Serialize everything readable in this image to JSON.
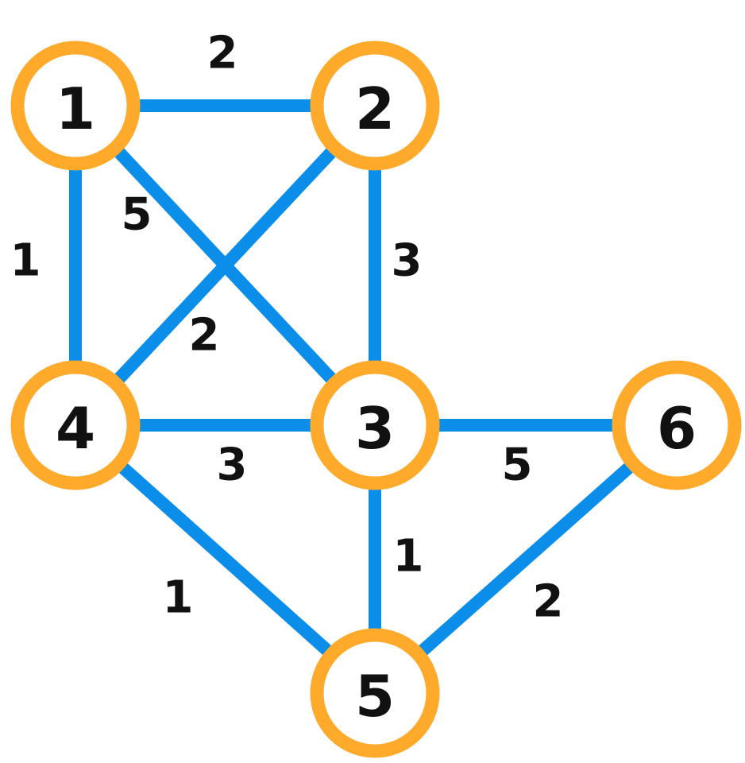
{
  "colors": {
    "node_stroke": "#FFAA2B",
    "node_fill": "#FFFFFF",
    "edge": "#0A8EEA",
    "text": "#111111"
  },
  "nodes": [
    {
      "id": "1",
      "label": "1"
    },
    {
      "id": "2",
      "label": "2"
    },
    {
      "id": "3",
      "label": "3"
    },
    {
      "id": "4",
      "label": "4"
    },
    {
      "id": "5",
      "label": "5"
    },
    {
      "id": "6",
      "label": "6"
    }
  ],
  "edges": [
    {
      "from": "1",
      "to": "2",
      "weight": "2"
    },
    {
      "from": "1",
      "to": "4",
      "weight": "1"
    },
    {
      "from": "1",
      "to": "3",
      "weight": "5"
    },
    {
      "from": "2",
      "to": "4",
      "weight": "2"
    },
    {
      "from": "2",
      "to": "3",
      "weight": "3"
    },
    {
      "from": "4",
      "to": "3",
      "weight": "3"
    },
    {
      "from": "3",
      "to": "6",
      "weight": "5"
    },
    {
      "from": "4",
      "to": "5",
      "weight": "1"
    },
    {
      "from": "3",
      "to": "5",
      "weight": "1"
    },
    {
      "from": "6",
      "to": "5",
      "weight": "2"
    }
  ]
}
